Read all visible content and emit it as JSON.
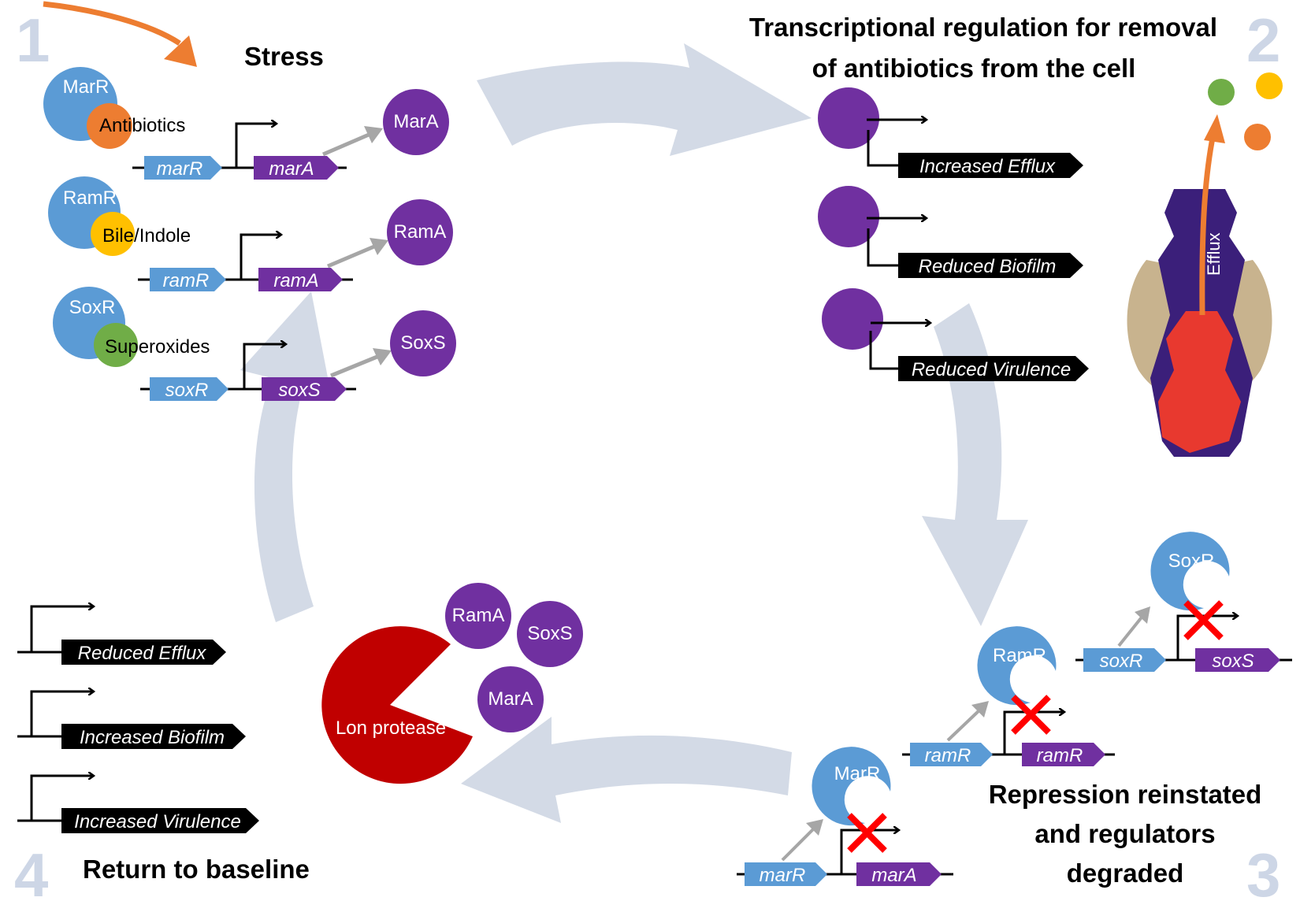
{
  "colors": {
    "cycle_arrow": "#d3dae6",
    "step_number": "#cdd6e6",
    "regulator_blue": "#5b9bd5",
    "activator_purple": "#7030a0",
    "gene_blue": "#5b9bd5",
    "gene_purple": "#7030a0",
    "antibiotic_orange": "#ed7d31",
    "bile_yellow": "#ffc000",
    "superoxide_green": "#70ad47",
    "lon_red": "#c00000",
    "repression_cross": "#ff0000",
    "efflux_dark": "#3b1f7a",
    "efflux_tan": "#c8b38e",
    "efflux_red": "#e8392f",
    "expression_gray": "#a6a6a6",
    "outcome_label": "#000000"
  },
  "steps": {
    "one": "1",
    "two": "2",
    "three": "3",
    "four": "4"
  },
  "stage1": {
    "title": "Stress",
    "modules": [
      {
        "regulator": "MarR",
        "ligand": "Antibiotics",
        "ligand_prefix": "Anti",
        "ligand_suffix": "biotics",
        "repressor_gene": "marR",
        "activator_gene": "marA",
        "activator": "MarA"
      },
      {
        "regulator": "RamR",
        "ligand": "Bile/Indole",
        "ligand_prefix": "Bile",
        "ligand_suffix": "/Indole",
        "repressor_gene": "ramR",
        "activator_gene": "ramA",
        "activator": "RamA"
      },
      {
        "regulator": "SoxR",
        "ligand": "Superoxides",
        "ligand_prefix": "Su",
        "ligand_suffix": "peroxides",
        "repressor_gene": "soxR",
        "activator_gene": "soxS",
        "activator": "SoxS"
      }
    ]
  },
  "stage2": {
    "title_line1": "Transcriptional regulation for removal",
    "title_line2": "of antibiotics from the cell",
    "outcomes": [
      "Increased Efflux",
      "Reduced Biofilm",
      "Reduced Virulence"
    ],
    "pump_label": "Efflux"
  },
  "stage3": {
    "title_line1": "Repression reinstated",
    "title_line2": "and regulators",
    "title_line3": "degraded",
    "modules": [
      {
        "regulator": "SoxR",
        "repressor_gene": "soxR",
        "target_gene": "soxS"
      },
      {
        "regulator": "RamR",
        "repressor_gene": "ramR",
        "target_gene": "ramR"
      },
      {
        "regulator": "MarR",
        "repressor_gene": "marR",
        "target_gene": "marA"
      }
    ]
  },
  "stage4": {
    "title": "Return to baseline",
    "outcomes": [
      "Reduced Efflux",
      "Increased Biofilm",
      "Increased Virulence"
    ],
    "protease": "Lon protease",
    "substrates": [
      "RamA",
      "SoxS",
      "MarA"
    ]
  }
}
